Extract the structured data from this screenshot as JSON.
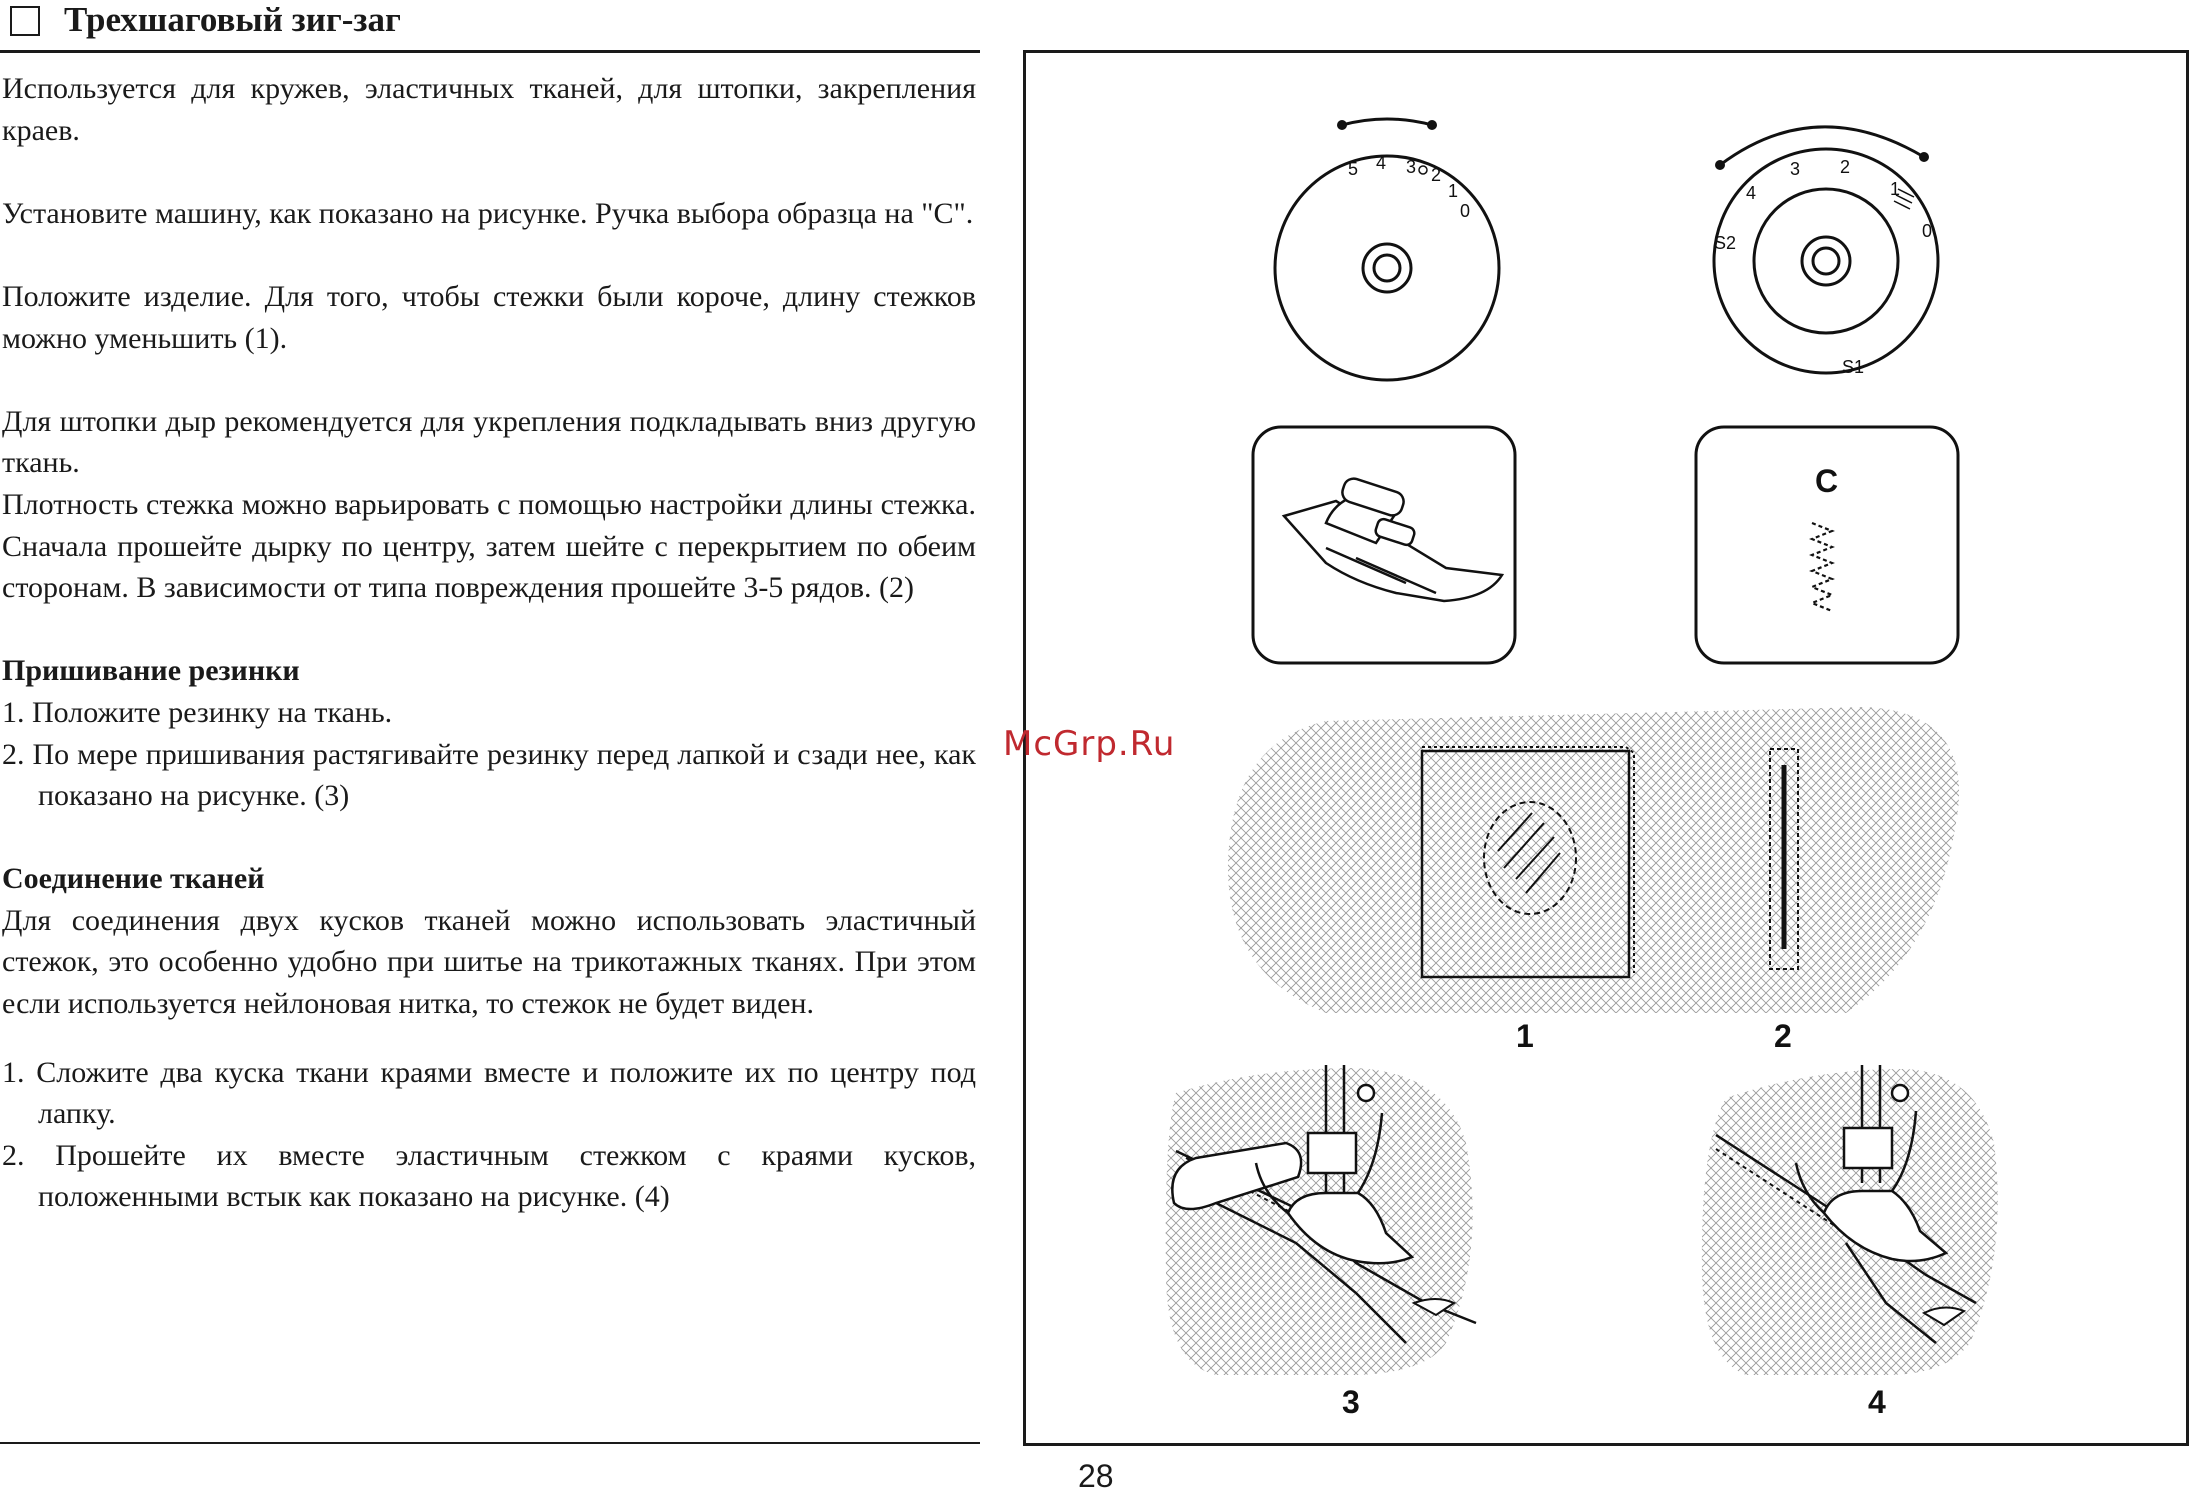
{
  "header": {
    "title": "Трехшаговый зиг-заг"
  },
  "body": {
    "p1": "Используется для кружев, эластичных тканей, для штопки, закрепления краев.",
    "p2": "Установите машину, как показано на рисунке. Ручка выбора образца на \"C\".",
    "p3": "Положите изделие. Для того, чтобы стежки были короче, длину стежков можно уменьшить (1).",
    "p4": "Для штопки дыр рекомендуется для укрепления подкладывать вниз другую ткань.",
    "p5": "Плотность стежка можно варьировать с помощью настройки длины стежка. Сначала прошейте дырку по центру, затем шейте с перекрытием по обеим сторонам. В зависимости от типа повреждения прошейте 3-5 рядов. (2)",
    "elastic_heading": "Пришивание резинки",
    "elastic_steps": [
      "1. Положите резинку на ткань.",
      "2. По мере пришивания растягивайте резинку перед лапкой и сзади нее, как показано на рисунке. (3)"
    ],
    "join_heading": "Соединение тканей",
    "join_text": "Для соединения двух кусков тканей можно использовать эластичный стежок, это особенно удобно при шитье на трикотажных тканях. При этом если используется нейлоновая нитка, то стежок не будет виден.",
    "join_steps": [
      "1. Сложите два куска ткани краями вместе и положите их по центру под лапку.",
      "2. Прошейте их вместе эластичным стежком с краями кусков, положенными встык как показано на рисунке. (4)"
    ]
  },
  "figure": {
    "dial_left_numbers": [
      "5",
      "4",
      "3",
      "2",
      "1",
      "0"
    ],
    "dial_right_numbers": [
      "S2",
      "4",
      "3",
      "2",
      "1",
      "0",
      "S1"
    ],
    "pattern_letter": "C",
    "labels": [
      "1",
      "2",
      "3",
      "4"
    ]
  },
  "watermark": "McGrp.Ru",
  "page_number": "28"
}
